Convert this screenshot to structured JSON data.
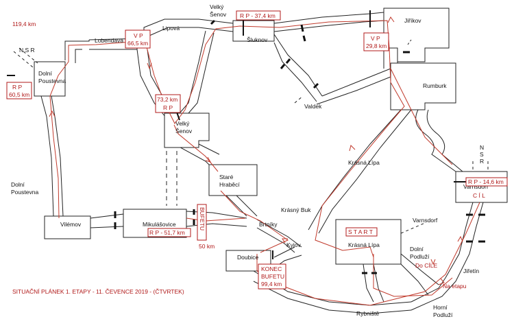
{
  "header": {
    "total_distance": "119,4 km"
  },
  "footer": {
    "plan_title": "SITUAČNÍ PLÁNEK 1. ETAPY  -  11. ČEVENCE 2019 - (ČTVRTEK)"
  },
  "borders": {
    "left": "N S R",
    "right": "N S R"
  },
  "places": {
    "velky_senov_top": [
      "Velký",
      "Šenov"
    ],
    "lipova": "Lipová",
    "lobendava": "Lobendava",
    "sluknov": "Šluknov",
    "jirikov": "Jiříkov",
    "dolni_poustevna_top": [
      "Dolní",
      "Poustevna"
    ],
    "rumburk": "Rumburk",
    "valdek": "Valdek",
    "velky_senov_mid": [
      "Velký",
      "Šenov"
    ],
    "stare_hrabeci": [
      "Staré",
      "Hraběcí"
    ],
    "krasna_lipa_road": "Krásná Lípa",
    "dolni_poustevna_bottom": [
      "Dolní",
      "Poustevna"
    ],
    "varnsdorf_box": "Varnsdorf",
    "varnsdorf_road": "Varnsdorf",
    "vilemov": "Vilémov",
    "mikulasovice": "Mikulášovice",
    "brtniky": "Brtníky",
    "krasny_buk": "Krásný Buk",
    "kyjov": "Kyjov",
    "krasna_lipa_town": "Krásná  Lípa",
    "doubice": "Doubice",
    "dolni_podluzi": [
      "Dolní",
      "Podluží"
    ],
    "jiretin": "Jiřetín",
    "rybniste": "Rybniště",
    "horni_podluzi": [
      "Horní",
      "Podluží"
    ]
  },
  "points": {
    "vp1": {
      "label": "V P",
      "km": "66,5 km"
    },
    "rp_sluknov": "R P - 37,4 km",
    "vp2": {
      "label": "V P",
      "km": "29,8 km"
    },
    "rp_dolni_poustevna": {
      "label": "R P",
      "km": "60,5 km"
    },
    "rp_velky_senov": {
      "km": "73,2 km",
      "label": "R P"
    },
    "rp_varnsdorf": "R P - 14,6 km",
    "cil": "C Í L",
    "bufet": "BUFETU",
    "bufet_km": "50 km",
    "rp_mikulasovice": "R P - 51,7 km",
    "start": "S T A R T",
    "konec": [
      "KONEC",
      "BUFETU",
      "99,4 km"
    ],
    "do_cile": "Do CÍLE",
    "na_etapu": "Na  etapu"
  },
  "colors": {
    "route": "#c0392b",
    "road": "#222222",
    "label_red": "#b01818"
  }
}
